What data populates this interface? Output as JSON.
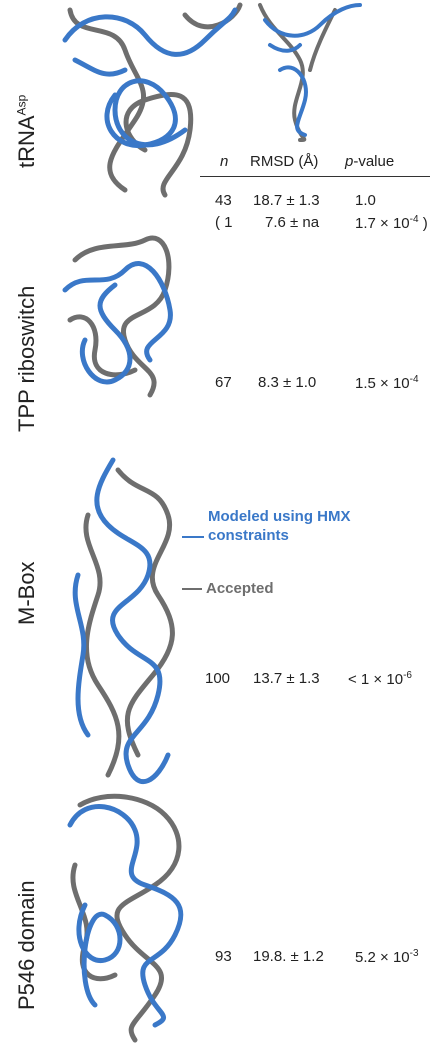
{
  "colors": {
    "modeled": "#3a78c8",
    "accepted": "#6e6e6e",
    "text": "#222222"
  },
  "table": {
    "headers": {
      "n": "n",
      "rmsd": "RMSD (Å)",
      "p_value_italic": "p",
      "p_value_rest": "-value"
    },
    "rows": [
      {
        "id": "trna_1",
        "n": "43",
        "rmsd": "18.7 ± 1.3",
        "p": "1.0",
        "p_exp": ""
      },
      {
        "id": "trna_2",
        "n": "( 1",
        "rmsd": "7.6 ± na",
        "p": "1.7 × 10",
        "p_exp": "-4",
        "p_tail": " )"
      },
      {
        "id": "tpp",
        "n": "67",
        "rmsd": "8.3 ± 1.0",
        "p": "1.5 × 10",
        "p_exp": "-4"
      },
      {
        "id": "mbox",
        "n": "100",
        "rmsd": "13.7 ± 1.3",
        "p": "< 1 × 10",
        "p_exp": "-6"
      },
      {
        "id": "p546",
        "n": "93",
        "rmsd": "19.8. ± 1.2",
        "p": "5.2 × 10",
        "p_exp": "-3"
      }
    ]
  },
  "panels": {
    "trna": {
      "label": "tRNA",
      "sup": "Asp"
    },
    "tpp": {
      "label": "TPP riboswitch"
    },
    "mbox": {
      "label": "M-Box"
    },
    "p546": {
      "label": "P546 domain"
    }
  },
  "callouts": {
    "modeled": "Modeled using HMX constraints",
    "accepted": "Accepted"
  }
}
